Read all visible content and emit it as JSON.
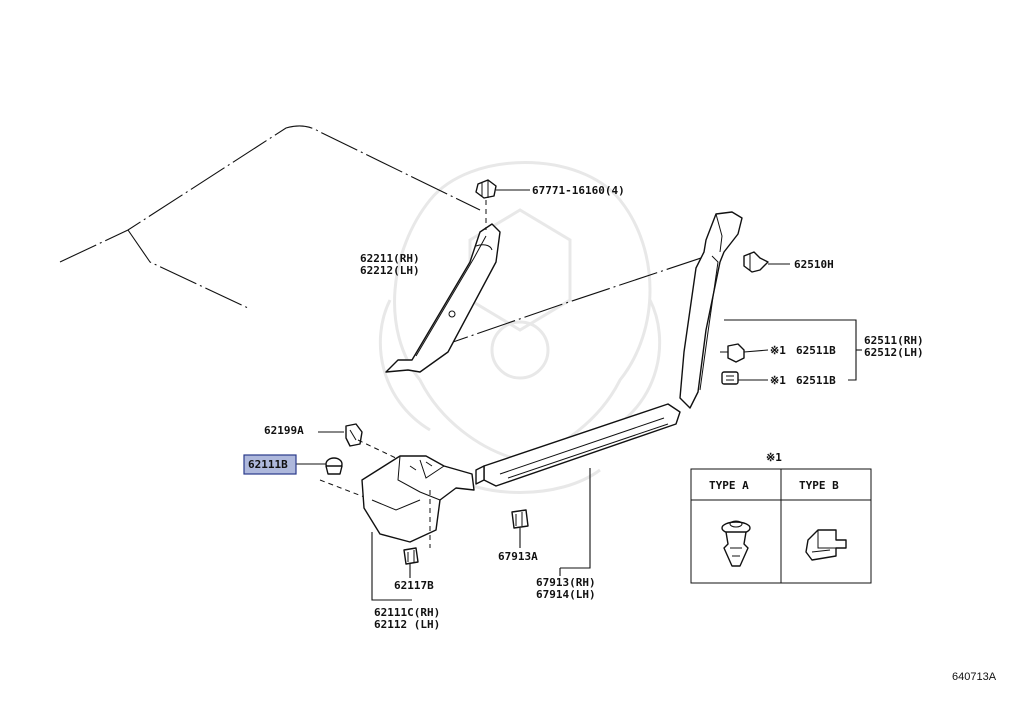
{
  "diagram": {
    "labels": {
      "clip_67771": "67771-16160(4)",
      "pillar_front_rh": "62211(RH)",
      "pillar_front_lh": "62212(LH)",
      "clip_62510h": "62510H",
      "clip_62511b_1": "62511B",
      "clip_62511b_2": "62511B",
      "pillar_center_rh": "62511(RH)",
      "pillar_center_lh": "62512(LH)",
      "marker_1": "※1",
      "marker_2": "※1",
      "bracket_62199a": "62199A",
      "clip_62111b": "62111B",
      "clip_62117b": "62117B",
      "cowl_rh": "62111C(RH)",
      "cowl_lh": "62112 (LH)",
      "clip_67913a": "67913A",
      "scuff_rh": "67913(RH)",
      "scuff_lh": "67914(LH)"
    },
    "legend": {
      "title": "※1",
      "type_a": "TYPE A",
      "type_b": "TYPE B"
    },
    "ref_code": "640713A",
    "highlight_color": "#aeb8dc"
  }
}
